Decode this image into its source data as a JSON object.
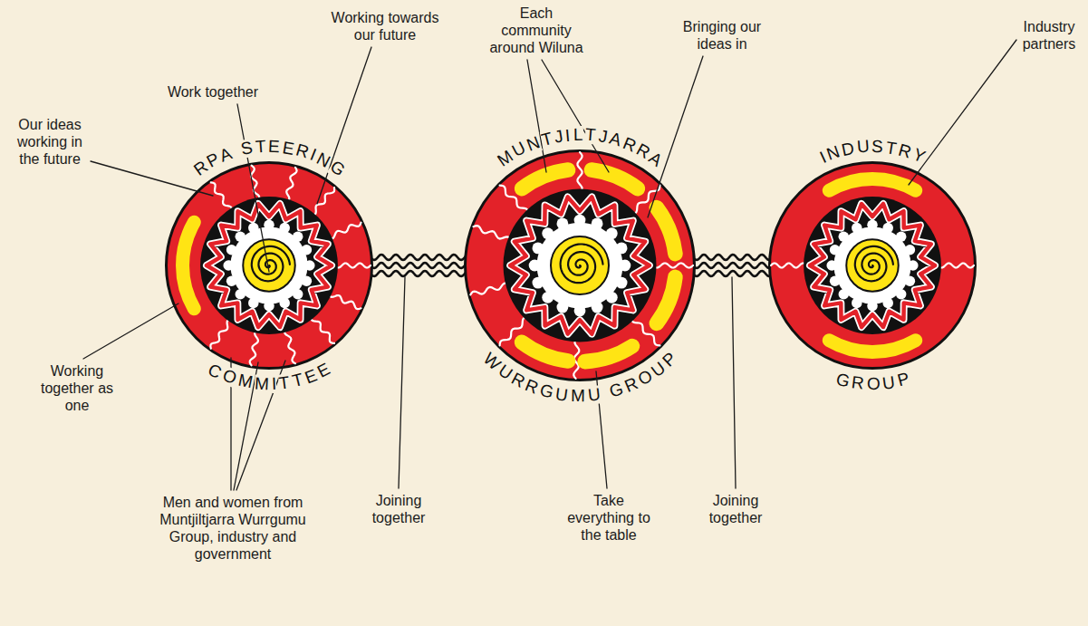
{
  "diagram": {
    "nodes": [
      {
        "text": [
          "RPA STEERING",
          "COMMITTEE"
        ]
      },
      {
        "text": [
          "MUNTJILTJARRA",
          "WURRGUMU GROUP"
        ]
      },
      {
        "text": [
          "INDUSTRY",
          "GROUP"
        ]
      }
    ],
    "edges": [
      {
        "from": 0,
        "to": 1,
        "arrow": "none"
      },
      {
        "from": 1,
        "to": 2,
        "arrow": "none"
      }
    ],
    "labels": [
      "Work together",
      "Working towards our future",
      "Our ideas working in the future",
      "Working together as one",
      "Men and women from Muntjiltjarra Wurrgumu Group, industry and government",
      "Joining together",
      "Each community around Wiluna",
      "Bringing our ideas in",
      "Take everything to the table",
      "Joining together",
      "Industry partners"
    ]
  }
}
